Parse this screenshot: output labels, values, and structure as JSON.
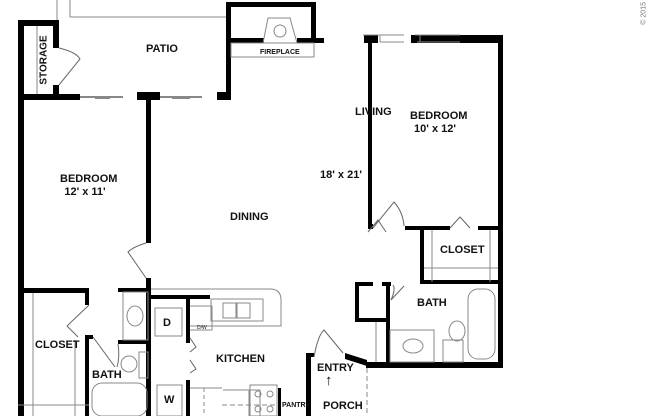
{
  "rooms": {
    "patio": "PATIO",
    "storage": "STORAGE",
    "fireplace": "FIREPLACE",
    "living": "LIVING",
    "living_size": "18' x 21'",
    "dining": "DINING",
    "bedroom_left": "BEDROOM",
    "bedroom_left_size": "12' x 11'",
    "bedroom_right": "BEDROOM",
    "bedroom_right_size": "10' x 12'",
    "closet_right": "CLOSET",
    "closet_left": "CLOSET",
    "bath_right": "BATH",
    "bath_left": "BATH",
    "kitchen": "KITCHEN",
    "dryer": "D",
    "washer": "W",
    "dishwasher": "D/W",
    "pantry": "PANTRY",
    "entry": "ENTRY",
    "porch": "PORCH"
  },
  "entry_arrow": "↑",
  "copyright": "© 2015",
  "colors": {
    "wall": "#000000",
    "fixture": "#888888"
  }
}
